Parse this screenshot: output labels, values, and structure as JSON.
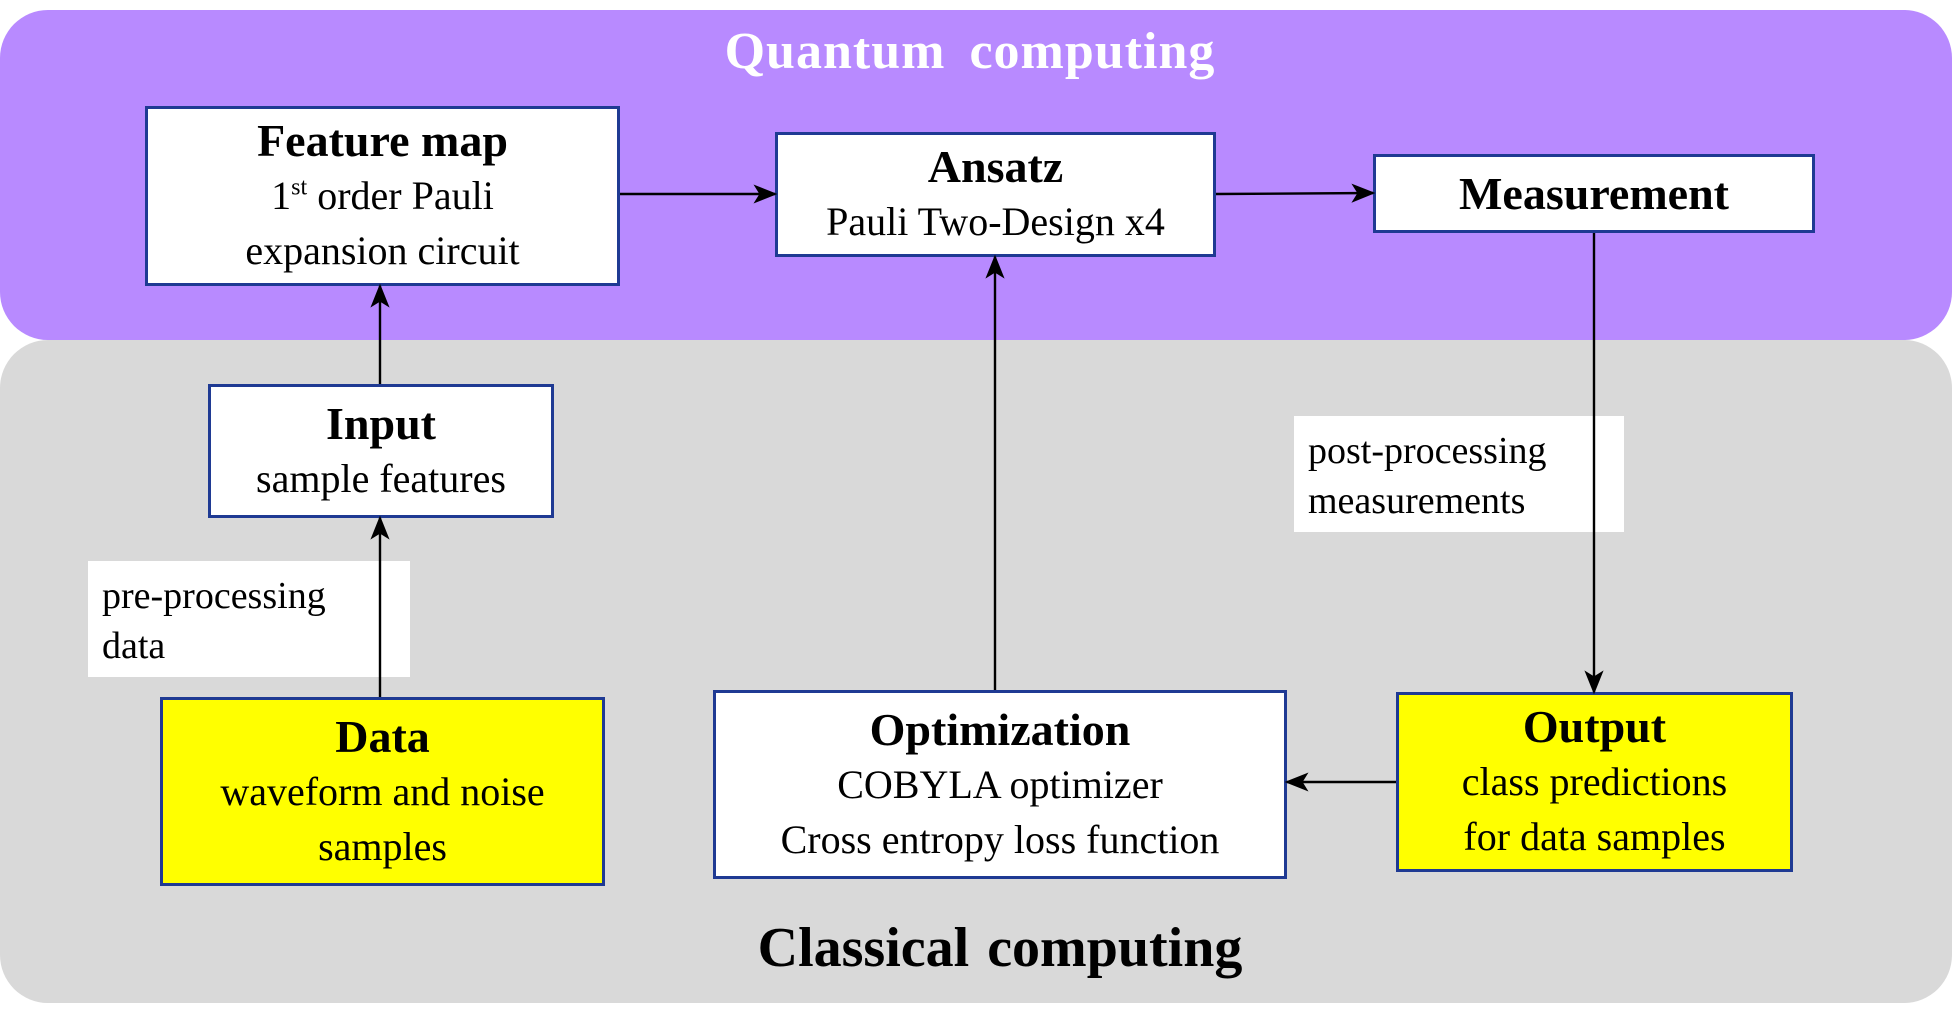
{
  "regions": {
    "quantum_title": "Quantum computing",
    "classical_title": "Classical computing"
  },
  "boxes": {
    "feature_map": {
      "title": "Feature map",
      "line1_pre": "1",
      "line1_sup": "st",
      "line1_post": " order Pauli",
      "line2": "expansion circuit"
    },
    "ansatz": {
      "title": "Ansatz",
      "line1": "Pauli Two-Design x4"
    },
    "measurement": {
      "title": "Measurement"
    },
    "input": {
      "title": "Input",
      "line1": "sample features"
    },
    "data": {
      "title": "Data",
      "line1": "waveform and noise",
      "line2": "samples"
    },
    "optimization": {
      "title": "Optimization",
      "line1": "COBYLA optimizer",
      "line2": "Cross entropy loss function"
    },
    "output": {
      "title": "Output",
      "line1": "class predictions",
      "line2": "for data samples"
    }
  },
  "labels": {
    "preprocessing": {
      "line1": "pre-processing",
      "line2": "data"
    },
    "postprocessing": {
      "line1": "post-processing",
      "line2": "measurements"
    }
  },
  "colors": {
    "quantum_region": "#b88aff",
    "classical_region": "#d9d9d9",
    "box_border": "#1f3a93",
    "highlight_box": "#ffff00",
    "quantum_title_text": "#ffffff"
  }
}
